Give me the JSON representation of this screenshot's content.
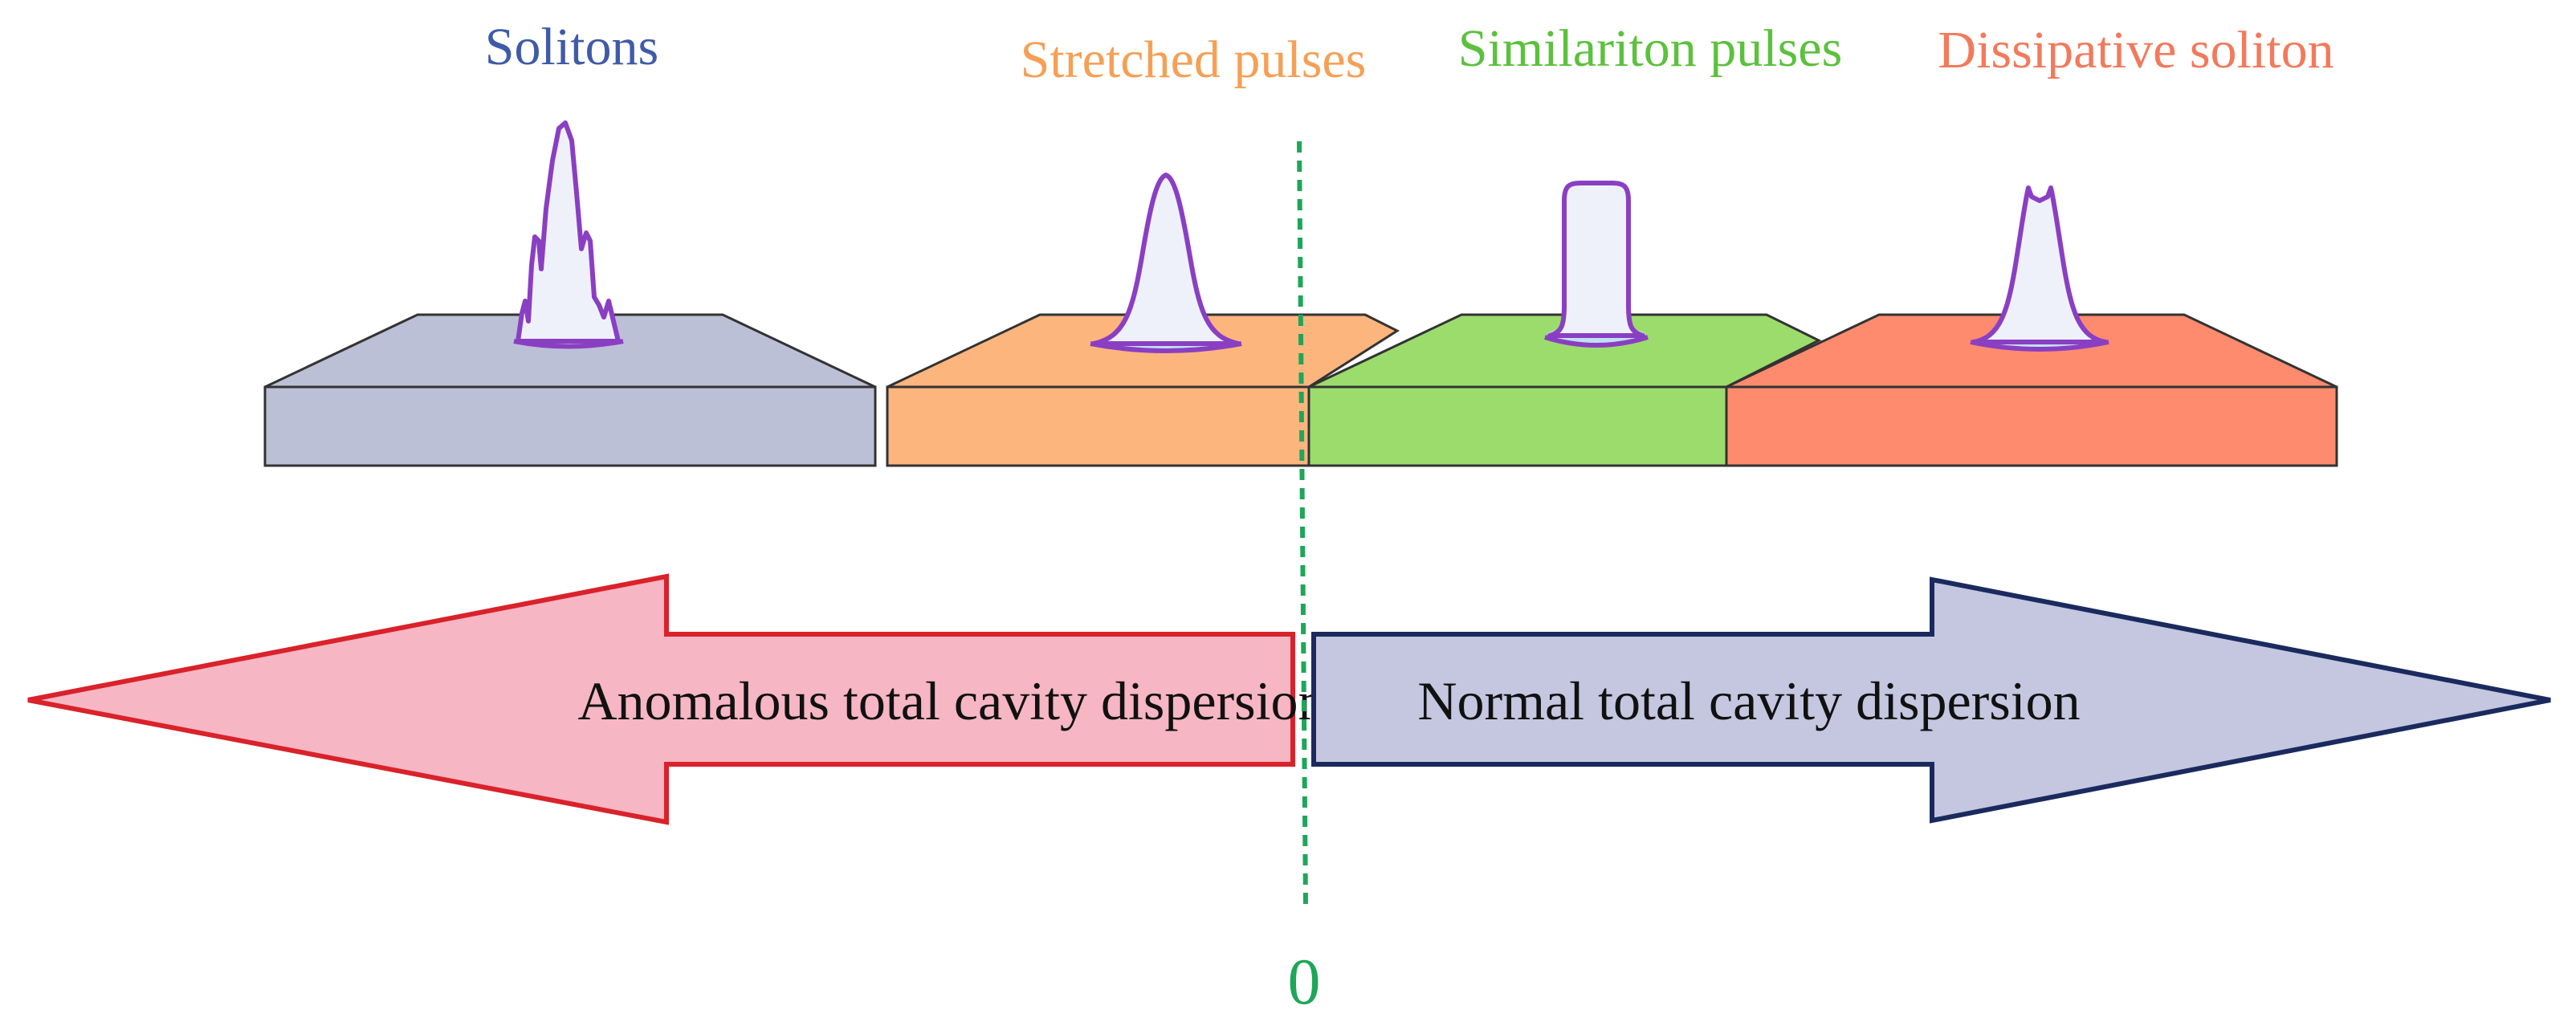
{
  "regimes": [
    {
      "id": "solitons",
      "label": "Solitons",
      "color": "#3f5ba8"
    },
    {
      "id": "stretched",
      "label": "Stretched pulses",
      "color": "#f5a055"
    },
    {
      "id": "similariton",
      "label": "Similariton pulses",
      "color": "#5cc13d"
    },
    {
      "id": "dissipative",
      "label": "Dissipative soliton",
      "color": "#f27a5c"
    }
  ],
  "arrows": {
    "anomalous": {
      "label": "Anomalous total cavity dispersion",
      "fill": "#f7b6c4",
      "stroke": "#d9222a"
    },
    "normal": {
      "label": "Normal total cavity dispersion",
      "fill": "#c4c7df",
      "stroke": "#1b2a5e"
    }
  },
  "zero_label": "0",
  "colors": {
    "block_solitons": "#bcc0d6",
    "block_stretched": "#fdb57e",
    "block_similariton": "#9cdc6c",
    "block_dissipative": "#fe8b6e",
    "pulse_stroke": "#8a3fc3",
    "pulse_fill": "#eef1f9",
    "zero_line": "#1ea65a"
  }
}
